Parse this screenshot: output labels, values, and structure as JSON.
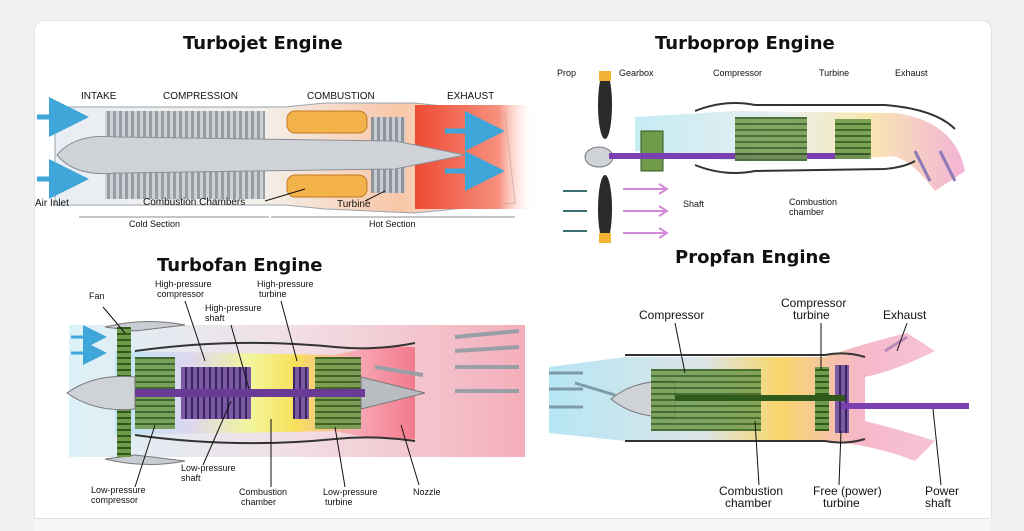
{
  "turbojet": {
    "title": "Turbojet Engine",
    "intake": "INTAKE",
    "compression": "COMPRESSION",
    "combustion": "COMBUSTION",
    "exhaust": "EXHAUST",
    "air_inlet": "Air Inlet",
    "combustion_chambers": "Combustion Chambers",
    "turbine": "Turbine",
    "cold_section": "Cold Section",
    "hot_section": "Hot Section"
  },
  "turboprop": {
    "title": "Turboprop Engine",
    "prop": "Prop",
    "gearbox": "Gearbox",
    "compressor": "Compressor",
    "turbine": "Turbine",
    "exhaust": "Exhaust",
    "shaft": "Shaft",
    "combustion_line1": "Combustion",
    "combustion_line2": "chamber"
  },
  "turbofan": {
    "title": "Turbofan Engine",
    "fan": "Fan",
    "hp_compressor_1": "High-pressure",
    "hp_compressor_2": "compressor",
    "hp_turbine_1": "High-pressure",
    "hp_turbine_2": "turbine",
    "hp_shaft_1": "High-pressure",
    "hp_shaft_2": "shaft",
    "lp_shaft_1": "Low-pressure",
    "lp_shaft_2": "shaft",
    "lp_compressor_1": "Low-pressure",
    "lp_compressor_2": "compressor",
    "combustion_1": "Combustion",
    "combustion_2": "chamber",
    "lp_turbine_1": "Low-pressure",
    "lp_turbine_2": "turbine",
    "nozzle": "Nozzle"
  },
  "propfan": {
    "title": "Propfan Engine",
    "compressor": "Compressor",
    "compressor_turbine_1": "Compressor",
    "compressor_turbine_2": "turbine",
    "exhaust": "Exhaust",
    "combustion_1": "Combustion",
    "combustion_2": "chamber",
    "free_turbine_1": "Free (power)",
    "free_turbine_2": "turbine",
    "power_shaft_1": "Power",
    "power_shaft_2": "shaft"
  }
}
